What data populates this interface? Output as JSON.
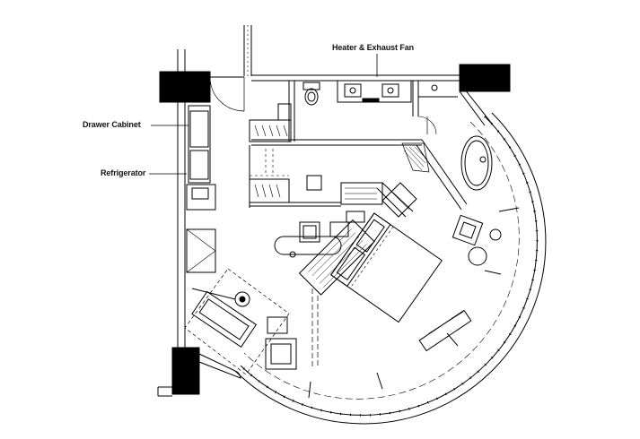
{
  "labels": {
    "heater_exhaust_fan": "Heater & Exhaust Fan",
    "drawer_cabinet": "Drawer Cabinet",
    "refrigerator": "Refrigerator"
  }
}
